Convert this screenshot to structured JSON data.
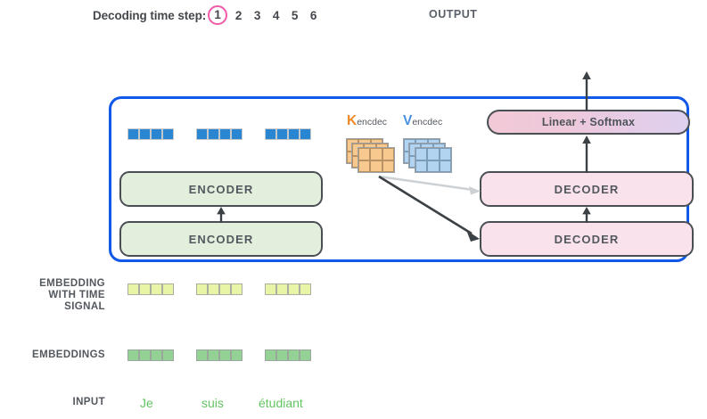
{
  "header": {
    "timestep_label": "Decoding time step:",
    "steps": [
      "1",
      "2",
      "3",
      "4",
      "5",
      "6"
    ],
    "active_step_index": 0,
    "active_step_color": "#ef5aa8",
    "output_label": "OUTPUT"
  },
  "model": {
    "container_border_color": "#1158e8",
    "encoders": [
      {
        "label": "ENCODER"
      },
      {
        "label": "ENCODER"
      }
    ],
    "decoders": [
      {
        "label": "DECODER"
      },
      {
        "label": "DECODER"
      }
    ],
    "linear_softmax": {
      "label": "Linear + Softmax"
    },
    "attention_matrices": [
      {
        "name": "K",
        "subscript": "encdec",
        "color": "#f08a28",
        "fill": "#f7c98e"
      },
      {
        "name": "V",
        "subscript": "encdec",
        "color": "#4a90e2",
        "fill": "#b3d4f0"
      }
    ],
    "encoder_output_vectors": {
      "count": 3,
      "cells_per_vector": 4,
      "color": "#2a86d0"
    }
  },
  "inputs": {
    "embedding_time_signal_label": "EMBEDDING\nWITH TIME\nSIGNAL",
    "embedding_time_signal_lines": [
      "EMBEDDING",
      "WITH TIME",
      "SIGNAL"
    ],
    "embeddings_label": "EMBEDDINGS",
    "input_label": "INPUT",
    "tokens": [
      "Je",
      "suis",
      "étudiant"
    ],
    "token_color": "#63c463",
    "time_signal_vector_color": "#e9f5a6",
    "embedding_vector_color": "#93d194",
    "cells_per_vector": 4
  }
}
